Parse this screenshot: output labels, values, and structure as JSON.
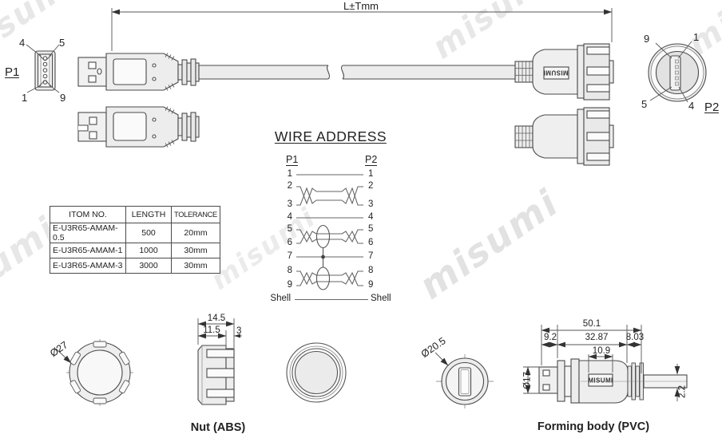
{
  "dimension_label": "L±Tmm",
  "watermark": "misumi",
  "brand": "MISUMI",
  "p1": {
    "label": "P1",
    "pin_top_left": "4",
    "pin_top_right": "5",
    "pin_bottom_left": "1",
    "pin_bottom_right": "9"
  },
  "p2": {
    "label": "P2",
    "pin_top_left": "9",
    "pin_top_right": "1",
    "pin_bottom_left": "5",
    "pin_bottom_right": "4"
  },
  "wire_address": {
    "title": "WIRE ADDRESS",
    "left_header": "P1",
    "right_header": "P2",
    "pins": [
      "1",
      "2",
      "3",
      "4",
      "5",
      "6",
      "7",
      "8",
      "9"
    ],
    "shell": "Shell"
  },
  "table": {
    "headers": [
      "ITOM NO.",
      "LENGTH",
      "TOLERANCE"
    ],
    "rows": [
      [
        "E-U3R65-AMAM-0.5",
        "500",
        "20mm"
      ],
      [
        "E-U3R65-AMAM-1",
        "1000",
        "30mm"
      ],
      [
        "E-U3R65-AMAM-3",
        "3000",
        "30mm"
      ]
    ]
  },
  "nut": {
    "label": "Nut (ABS)",
    "diameter": "Ø27",
    "width_total": "14.5",
    "width_body": "11.5",
    "width_flange": "3"
  },
  "forming_body": {
    "label": "Forming body (PVC)",
    "front_diameter": "Ø20.5",
    "length_total": "50.1",
    "length_plug": "9.2",
    "length_body": "32.87",
    "length_thread": "8.03",
    "label_width": "10.9",
    "plug_diameter": "Ø17",
    "cable_diameter": "2.2"
  }
}
